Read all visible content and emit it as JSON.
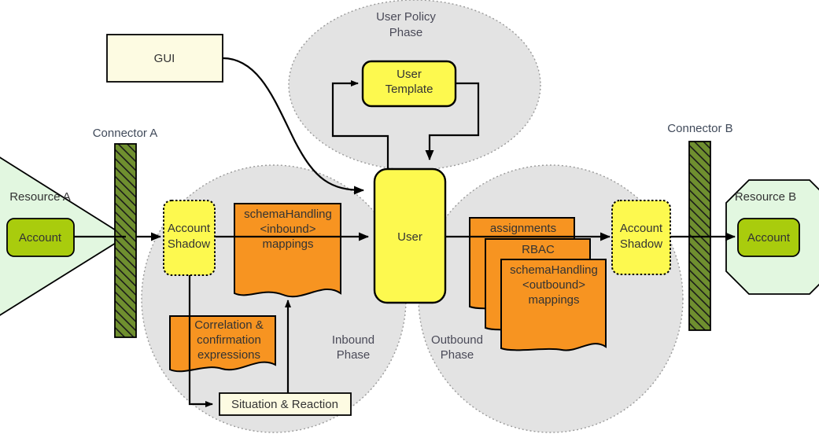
{
  "title": "Identity provisioning phases diagram",
  "colors": {
    "orange": "#f79421",
    "yellow": "#fdf94f",
    "ivory": "#fdfbe2",
    "green_account": "#a9cc0d",
    "green_resource": "#e2f7e0",
    "connector_green": "#6f8f2f",
    "phase_gray": "#e3e3e3",
    "text": "#404040"
  },
  "left": {
    "resource_label": "Resource A",
    "account_label": "Account",
    "connector_label": "Connector A"
  },
  "right": {
    "resource_label": "Resource B",
    "account_label": "Account",
    "connector_label": "Connector B"
  },
  "gui": {
    "label": "GUI"
  },
  "user_policy_phase": {
    "label_line1": "User Policy",
    "label_line2": "Phase",
    "template_line1": "User",
    "template_line2": "Template"
  },
  "inbound_phase": {
    "label_line1": "Inbound",
    "label_line2": "Phase",
    "account_shadow_line1": "Account",
    "account_shadow_line2": "Shadow",
    "mappings_line1": "schemaHandling",
    "mappings_line2": "<inbound>",
    "mappings_line3": "mappings",
    "correlation_line1": "Correlation &",
    "correlation_line2": "confirmation",
    "correlation_line3": "expressions",
    "situation_label": "Situation & Reaction"
  },
  "outbound_phase": {
    "label_line1": "Outbound",
    "label_line2": "Phase",
    "assignments_label": "assignments",
    "rbac_label": "RBAC",
    "mappings_line1": "schemaHandling",
    "mappings_line2": "<outbound>",
    "mappings_line3": "mappings",
    "account_shadow_line1": "Account",
    "account_shadow_line2": "Shadow"
  },
  "center": {
    "user_label": "User"
  }
}
